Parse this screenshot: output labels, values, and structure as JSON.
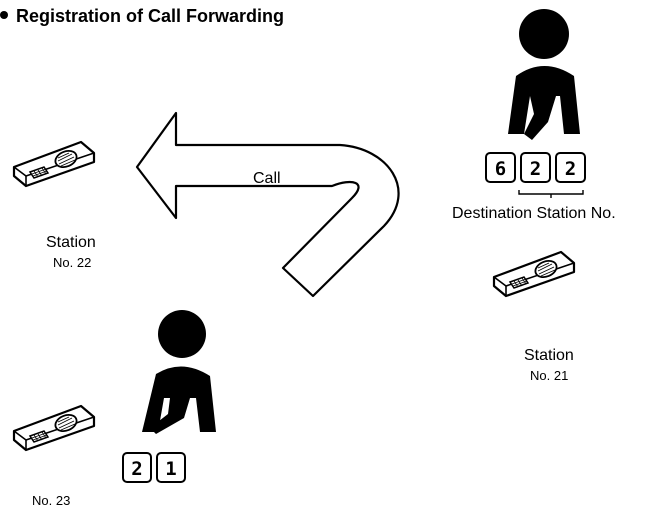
{
  "title": "Registration of Call Forwarding",
  "arrow_label": "Call",
  "station_22": {
    "label": "Station",
    "number": "No. 22"
  },
  "station_21": {
    "label": "Station",
    "number": "No. 21"
  },
  "station_23": {
    "number": "No. 23"
  },
  "destination_caption": "Destination Station No.",
  "destination_keys": [
    "6",
    "2",
    "2"
  ],
  "dialed_keys": [
    "2",
    "1"
  ]
}
